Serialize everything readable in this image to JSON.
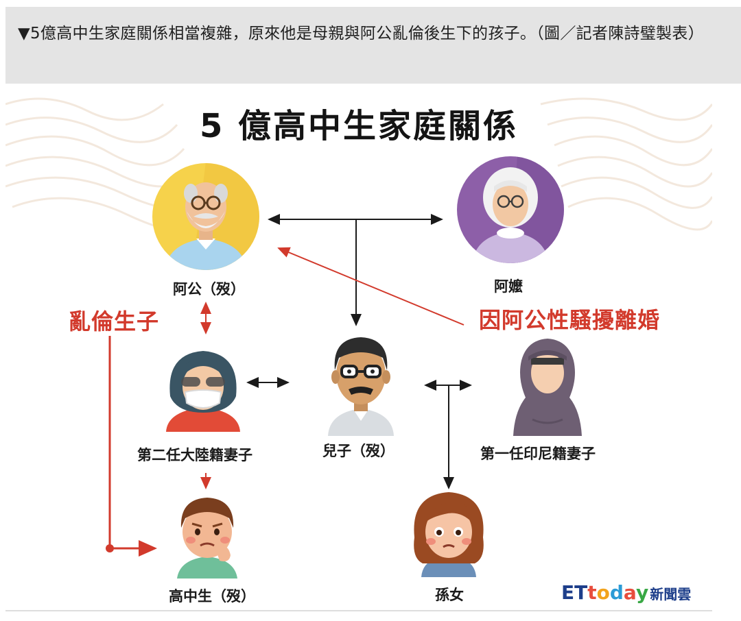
{
  "caption": "▼5億高中生家庭關係相當複雜，原來他是母親與阿公亂倫後生下的孩子。（圖／記者陳詩璧製表）",
  "diagram": {
    "title": "5 億高中生家庭關係",
    "nodes": {
      "grandpa": "阿公（歿）",
      "grandma": "阿嬤",
      "son": "兒子（歿）",
      "wife2": "第二任大陸籍妻子",
      "wife1": "第一任印尼籍妻子",
      "student": "高中生（歿）",
      "granddaughter": "孫女"
    },
    "annotations": {
      "incest": "亂倫生子",
      "divorce": "因阿公性騷擾離婚"
    }
  },
  "logo": {
    "et": "ET",
    "t": "t",
    "o": "o",
    "d": "d",
    "a": "a",
    "y": "y",
    "cn": "新聞雲"
  },
  "colors": {
    "accent_red": "#d23a2c",
    "caption_bg": "#e4e4e4",
    "grandpa_bg": "#f6d24b",
    "grandma_bg": "#8d5fa8"
  }
}
